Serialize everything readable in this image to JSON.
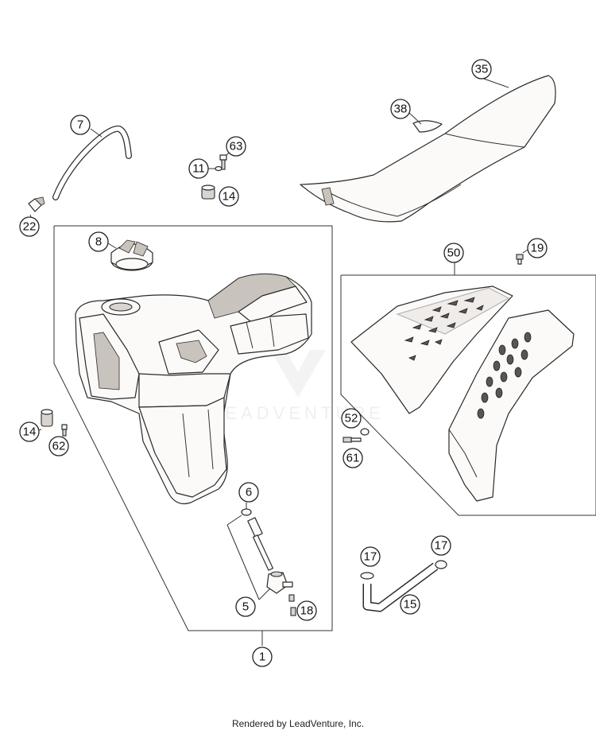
{
  "footer": {
    "credit": "Rendered by LeadVenture, Inc."
  },
  "watermark": {
    "text": "LEADVENTURE"
  },
  "callouts": {
    "c1": "1",
    "c5": "5",
    "c6": "6",
    "c7": "7",
    "c8": "8",
    "c11": "11",
    "c14a": "14",
    "c14b": "14",
    "c15": "15",
    "c17a": "17",
    "c17b": "17",
    "c18": "18",
    "c19": "19",
    "c22": "22",
    "c35": "35",
    "c38": "38",
    "c50": "50",
    "c52": "52",
    "c61": "61",
    "c62": "62",
    "c63": "63"
  }
}
